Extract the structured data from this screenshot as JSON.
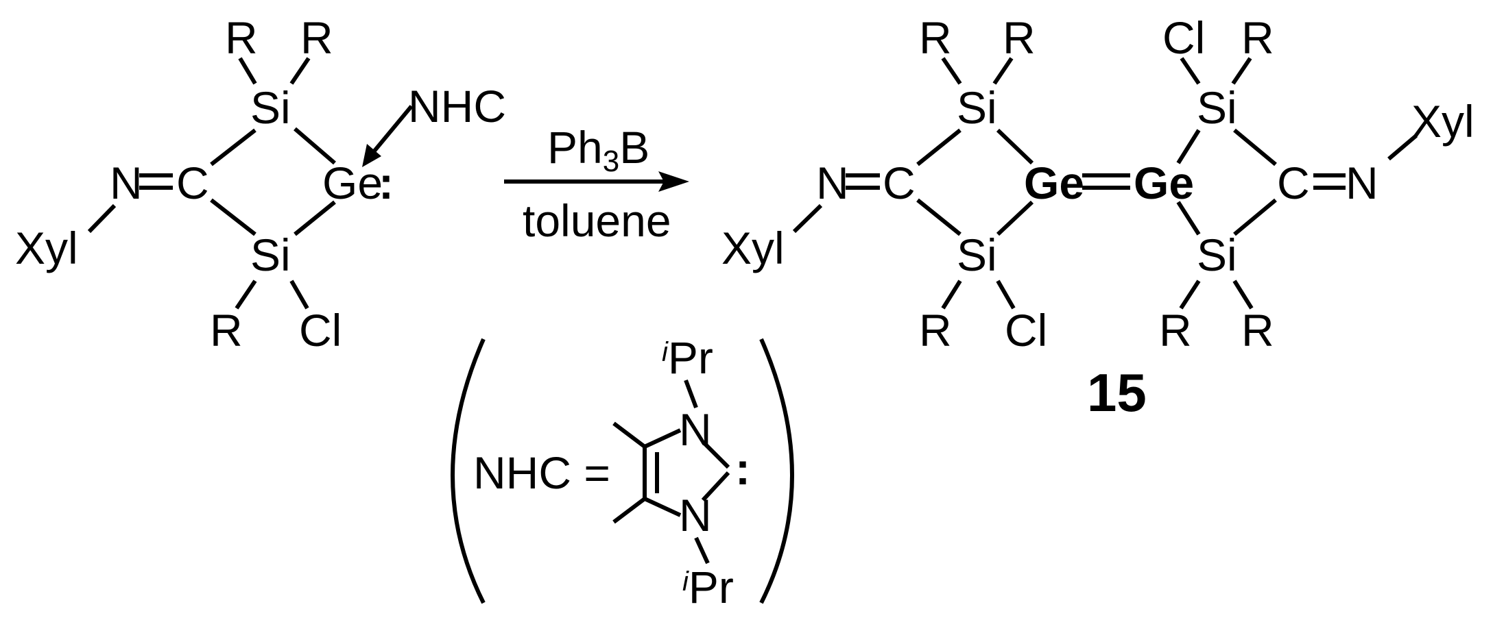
{
  "reactant": {
    "substituents": [
      "R",
      "R",
      "R"
    ],
    "silicon_top": "Si",
    "silicon_bottom": "Si",
    "carbon": "C",
    "nitrogen": "N",
    "aryl": "Xyl",
    "chlorine": "Cl",
    "germanium": "Ge",
    "lone_pair": ":",
    "ligand": "NHC"
  },
  "arrow": {
    "reagent_main": "Ph",
    "reagent_sub": "3",
    "reagent_end": "B",
    "solvent": "toluene"
  },
  "product": {
    "substituents": [
      "R",
      "R",
      "R",
      "R",
      "R"
    ],
    "silicon": "Si",
    "carbon": "C",
    "nitrogen": "N",
    "aryl": "Xyl",
    "chlorine": "Cl",
    "germanium": "Ge",
    "compound_number": "15"
  },
  "nhc_definition": {
    "lhs": "NHC =",
    "nitrogen": "N",
    "iso_prefix": "i",
    "iso_group": "Pr",
    "lone_pair": ":"
  }
}
